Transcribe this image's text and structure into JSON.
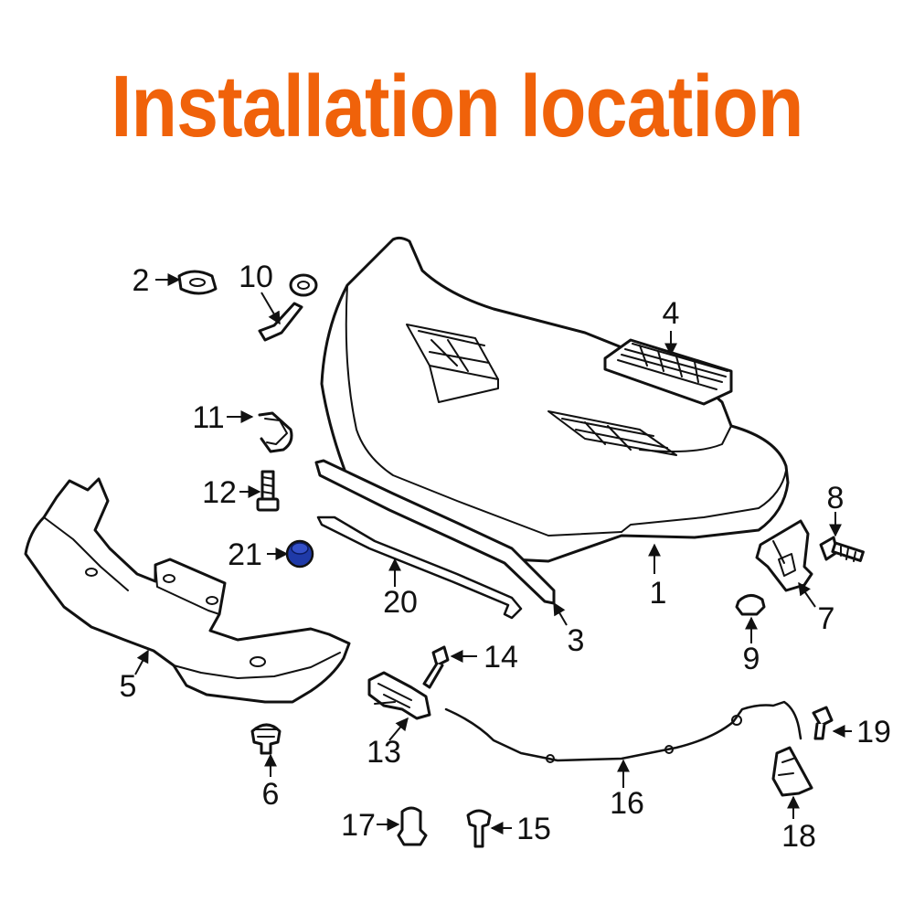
{
  "title": "Installation location",
  "colors": {
    "title": "#f0620a",
    "highlight": "#1f3aa8",
    "line": "#111111"
  },
  "callouts": {
    "c1": "1",
    "c2": "2",
    "c3": "3",
    "c4": "4",
    "c5": "5",
    "c6": "6",
    "c7": "7",
    "c8": "8",
    "c9": "9",
    "c10": "10",
    "c11": "11",
    "c12": "12",
    "c13": "13",
    "c14": "14",
    "c15": "15",
    "c16": "16",
    "c17": "17",
    "c18": "18",
    "c19": "19",
    "c20": "20",
    "c21": "21"
  },
  "highlighted_part": "21"
}
